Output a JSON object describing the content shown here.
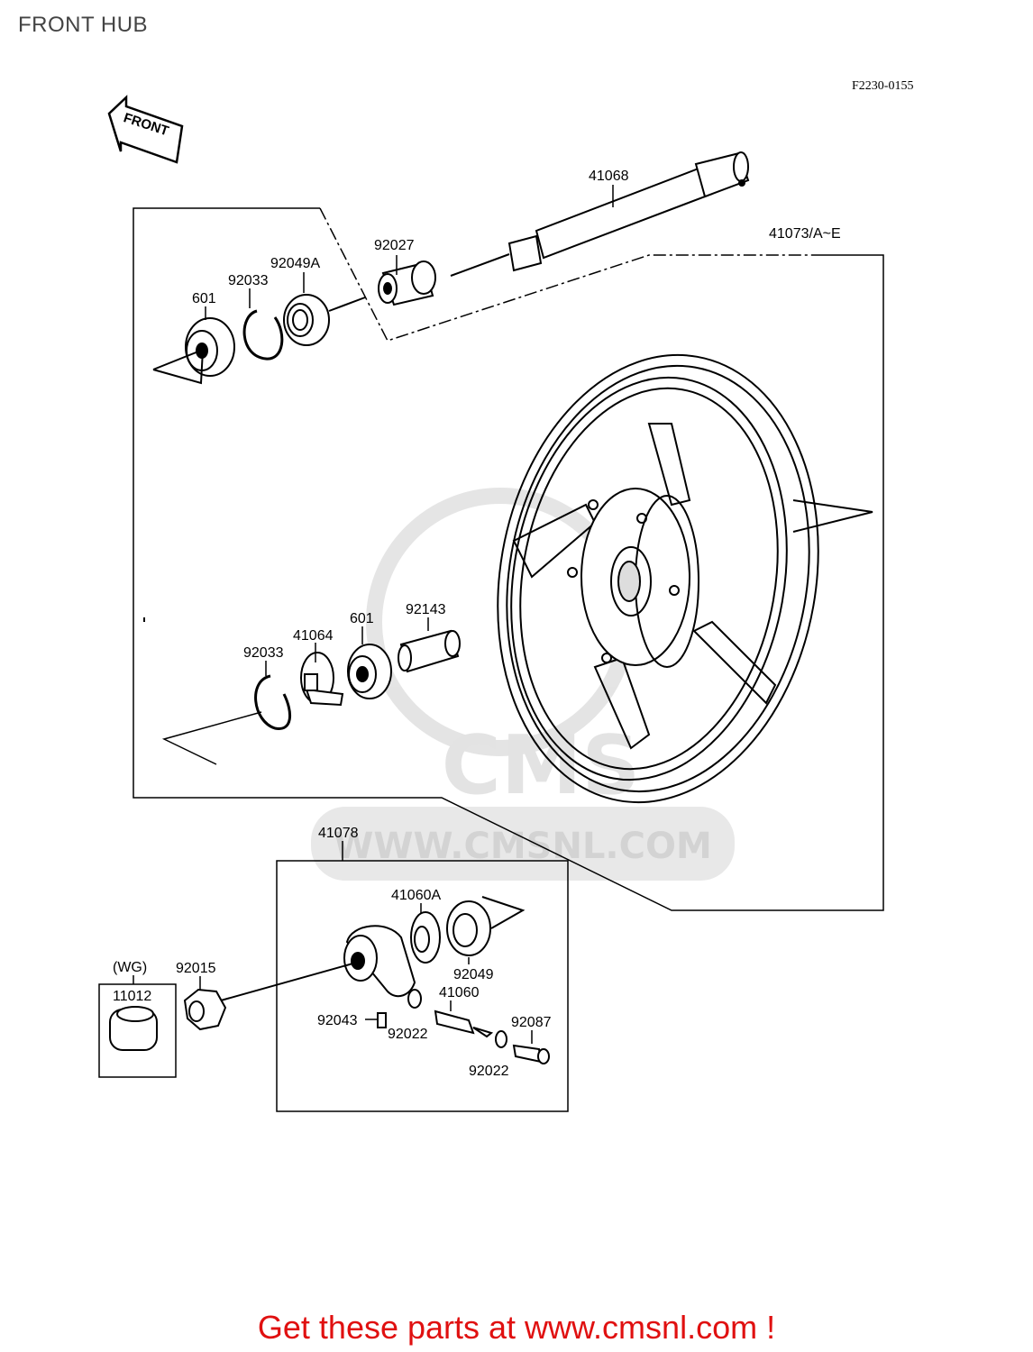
{
  "page_title": "FRONT HUB",
  "diagram_code": "F2230-0155",
  "front_arrow_label": "FRONT",
  "watermark_text": "WWW.CMSNL.COM",
  "watermark_logo": "CMS",
  "parts": {
    "p41068": "41068",
    "p41073": "41073/A~E",
    "p92027": "92027",
    "p92049a": "92049A",
    "p92033_top": "92033",
    "p601_top": "601",
    "p92143": "92143",
    "p601_mid": "601",
    "p41064": "41064",
    "p92033_mid": "92033",
    "p41078": "41078",
    "p41060a": "41060A",
    "p92049": "92049",
    "p41060": "41060",
    "p92087": "92087",
    "p92043": "92043",
    "p92022_a": "92022",
    "p92022_b": "92022",
    "pwg": "(WG)",
    "p92015": "92015",
    "p11012": "11012"
  },
  "cta_text": "Get these parts at www.cmsnl.com !",
  "colors": {
    "cta": "#e01010",
    "watermark": "#cfcfcf",
    "line": "#000000"
  }
}
